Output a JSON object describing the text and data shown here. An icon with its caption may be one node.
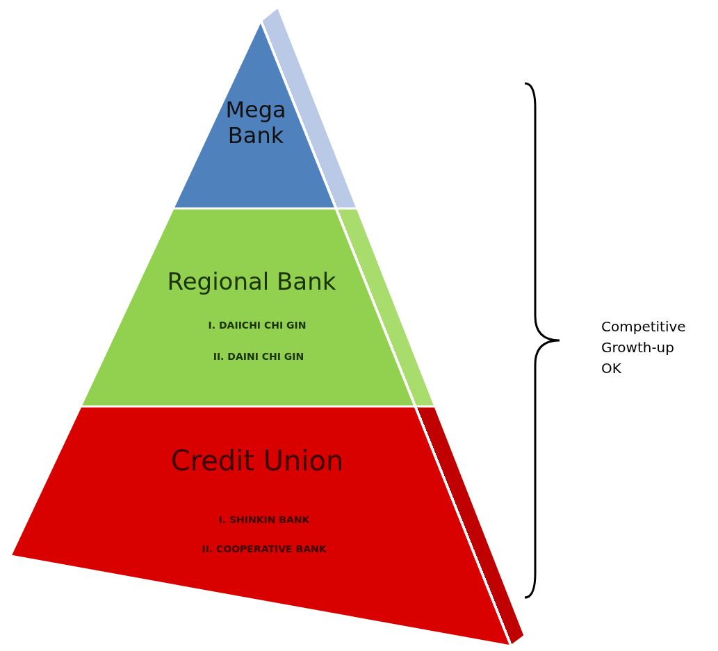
{
  "diagram": {
    "nodes": [
      {
        "text": [
          "Mega Bank"
        ]
      },
      {
        "text": [
          "Regional Bank",
          "I. DAIICHI CHI GIN",
          "II. DAINI CHI GIN"
        ]
      },
      {
        "text": [
          "Credit Union",
          "I. SHINKIN BANK",
          "II. COOPERATIVE BANK"
        ]
      }
    ],
    "labels": [
      "Competitive Growth-up OK"
    ]
  }
}
